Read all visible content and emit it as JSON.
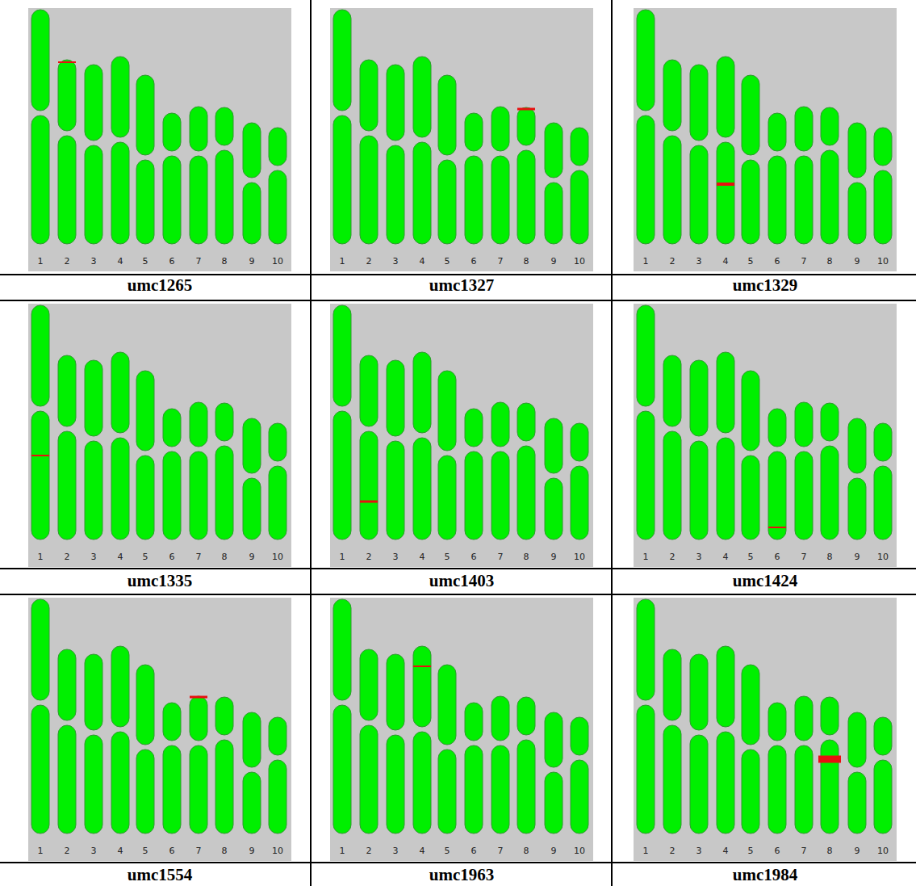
{
  "diagram": {
    "nodes": [
      {
        "text": [
          "1",
          "2",
          "3",
          "4",
          "5",
          "6",
          "7",
          "8",
          "9",
          "10",
          "umc1265"
        ]
      },
      {
        "text": [
          "1",
          "2",
          "3",
          "4",
          "5",
          "6",
          "7",
          "8",
          "9",
          "10",
          "umc1327"
        ]
      },
      {
        "text": [
          "1",
          "2",
          "3",
          "4",
          "5",
          "6",
          "7",
          "8",
          "9",
          "10",
          "umc1329"
        ]
      },
      {
        "text": [
          "1",
          "2",
          "3",
          "4",
          "5",
          "6",
          "7",
          "8",
          "9",
          "10",
          "umc1335"
        ]
      },
      {
        "text": [
          "1",
          "2",
          "3",
          "4",
          "5",
          "6",
          "7",
          "8",
          "9",
          "10",
          "umc1403"
        ]
      },
      {
        "text": [
          "1",
          "2",
          "3",
          "4",
          "5",
          "6",
          "7",
          "8",
          "9",
          "10",
          "umc1424"
        ]
      },
      {
        "text": [
          "1",
          "2",
          "3",
          "4",
          "5",
          "6",
          "7",
          "8",
          "9",
          "10",
          "umc1554"
        ]
      },
      {
        "text": [
          "1",
          "2",
          "3",
          "4",
          "5",
          "6",
          "7",
          "8",
          "9",
          "10",
          "umc1963"
        ]
      },
      {
        "text": [
          "1",
          "2",
          "3",
          "4",
          "5",
          "6",
          "7",
          "8",
          "9",
          "10",
          "umc1984"
        ]
      }
    ]
  }
}
